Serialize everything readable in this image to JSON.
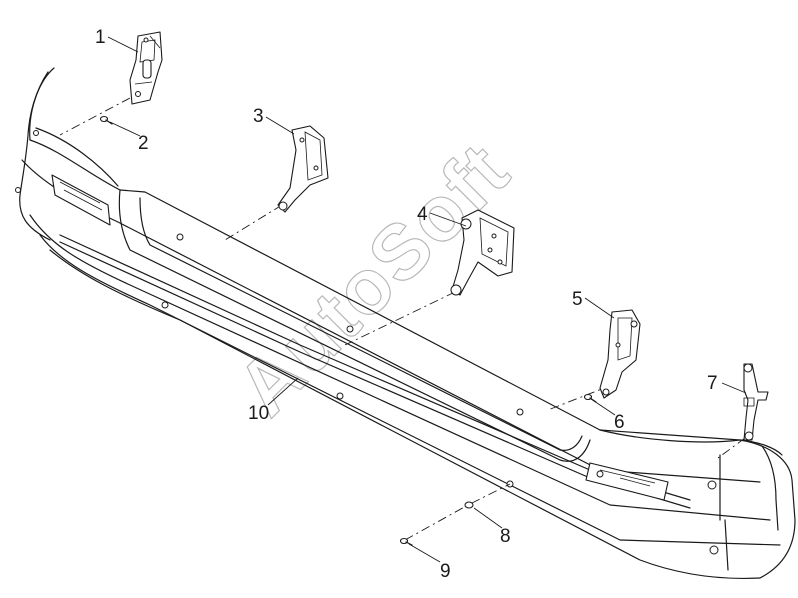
{
  "diagram": {
    "callouts": [
      {
        "id": "1",
        "label": "1"
      },
      {
        "id": "2",
        "label": "2"
      },
      {
        "id": "3",
        "label": "3"
      },
      {
        "id": "4",
        "label": "4"
      },
      {
        "id": "5",
        "label": "5"
      },
      {
        "id": "6",
        "label": "6"
      },
      {
        "id": "7",
        "label": "7"
      },
      {
        "id": "8",
        "label": "8"
      },
      {
        "id": "9",
        "label": "9"
      },
      {
        "id": "10",
        "label": "10"
      }
    ],
    "watermark": "AutoSoft"
  }
}
